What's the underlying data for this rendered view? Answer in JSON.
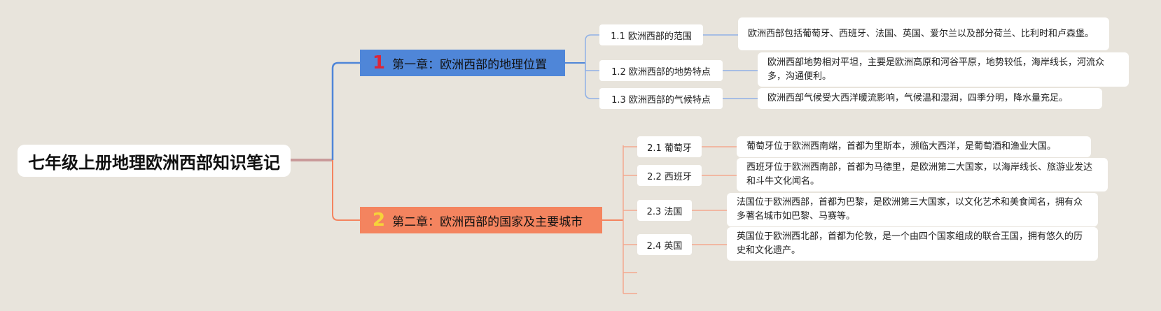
{
  "root": {
    "title": "七年级上册地理欧洲西部知识笔记"
  },
  "chapters": [
    {
      "number": "1",
      "title": "第一章：欧洲西部的地理位置",
      "items": [
        {
          "label": "1.1 欧洲西部的范围",
          "note": "欧洲西部包括葡萄牙、西班牙、法国、英国、爱尔兰以及部分荷兰、比利时和卢森堡。"
        },
        {
          "label": "1.2 欧洲西部的地势特点",
          "note": "欧洲西部地势相对平坦，主要是欧洲高原和河谷平原，地势较低，海岸线长，河流众多，沟通便利。"
        },
        {
          "label": "1.3 欧洲西部的气候特点",
          "note": "欧洲西部气候受大西洋暖流影响，气候温和湿润，四季分明，降水量充足。"
        }
      ]
    },
    {
      "number": "2",
      "title": "第二章：欧洲西部的国家及主要城市",
      "items": [
        {
          "label": "2.1 葡萄牙",
          "note": "葡萄牙位于欧洲西南端，首都为里斯本，濒临大西洋，是葡萄酒和渔业大国。"
        },
        {
          "label": "2.2 西班牙",
          "note": "西班牙位于欧洲西南部，首都为马德里，是欧洲第二大国家，以海岸线长、旅游业发达和斗牛文化闻名。"
        },
        {
          "label": "2.3 法国",
          "note": "法国位于欧洲西部，首都为巴黎，是欧洲第三大国家，以文化艺术和美食闻名，拥有众多著名城市如巴黎、马赛等。"
        },
        {
          "label": "2.4 英国",
          "note": "英国位于欧洲西北部，首都为伦敦，是一个由四个国家组成的联合王国，拥有悠久的历史和文化遗产。"
        }
      ]
    }
  ],
  "colors": {
    "chapter1": "#4f86d8",
    "chapter2": "#f4845f",
    "root_link": "#c99a9a"
  }
}
